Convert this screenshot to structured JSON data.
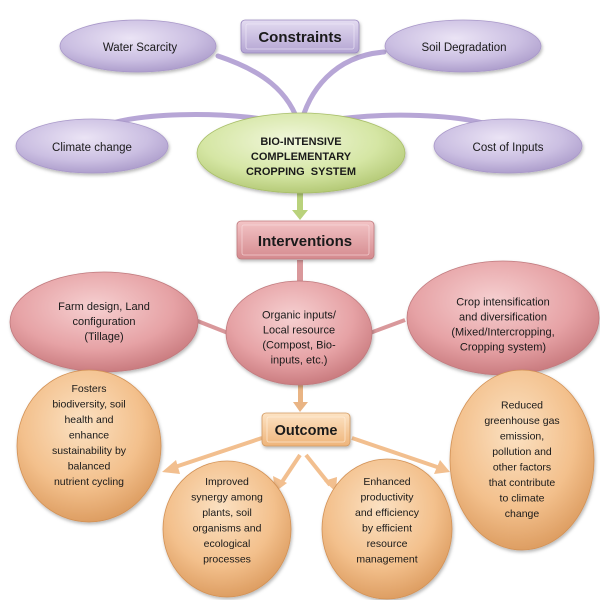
{
  "title": "Bio-Intensive Complementary Cropping System framework",
  "colors": {
    "constraint": "#c9bde0",
    "center": "#d6e6a8",
    "intervention": "#e7a3a6",
    "outcome": "#f2c08e",
    "center_text": "#1f3864"
  },
  "constraints": {
    "header": "Constraints",
    "items": [
      "Water Scarcity",
      "Soil Degradation",
      "Climate change",
      "Cost of Inputs"
    ]
  },
  "center": {
    "lines": [
      "BIO-INTENSIVE",
      "COMPLEMENTARY",
      "CROPPING  SYSTEM"
    ]
  },
  "interventions": {
    "header": "Interventions",
    "items": [
      {
        "lines": [
          "Farm design, Land",
          "configuration",
          "(Tillage)"
        ]
      },
      {
        "lines": [
          "Organic inputs/",
          "Local resource",
          "(Compost, Bio-",
          "inputs, etc.)"
        ]
      },
      {
        "lines": [
          "Crop intensification",
          "and diversification",
          "(Mixed/Intercropping,",
          "Cropping system)"
        ]
      }
    ]
  },
  "outcome": {
    "header": "Outcome",
    "items": [
      {
        "lines": [
          "Fosters",
          "biodiversity, soil",
          "health and",
          "enhance",
          "sustainability by",
          "balanced",
          "nutrient cycling"
        ]
      },
      {
        "lines": [
          "Improved",
          "synergy among",
          "plants, soil",
          "organisms and",
          "ecological",
          "processes"
        ]
      },
      {
        "lines": [
          "Enhanced",
          "productivity",
          "and efficiency",
          "by efficient",
          "resource",
          "management"
        ]
      },
      {
        "lines": [
          "Reduced",
          "greenhouse gas",
          "emission,",
          "pollution and",
          "other factors",
          "that contribute",
          "to climate",
          "change"
        ]
      }
    ]
  }
}
